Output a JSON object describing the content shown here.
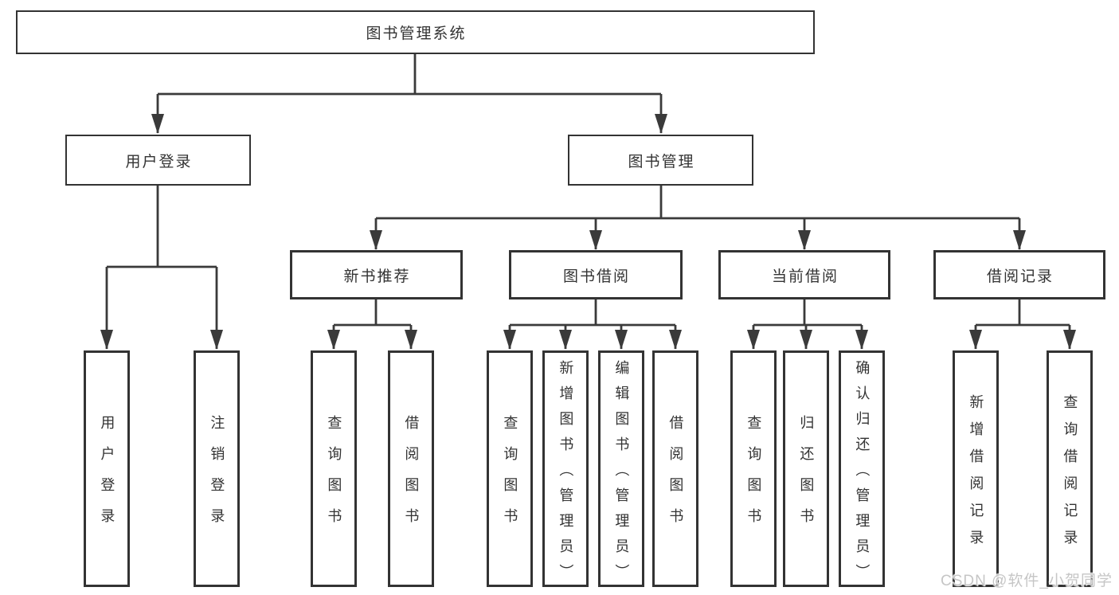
{
  "tree": {
    "root": {
      "label": "图书管理系统",
      "children": [
        {
          "label": "用户登录",
          "children": [
            {
              "label": "用户登录"
            },
            {
              "label": "注销登录"
            }
          ]
        },
        {
          "label": "图书管理",
          "children": [
            {
              "label": "新书推荐",
              "children": [
                {
                  "label": "查询图书"
                },
                {
                  "label": "借阅图书"
                }
              ]
            },
            {
              "label": "图书借阅",
              "children": [
                {
                  "label": "查询图书"
                },
                {
                  "label": "新增图书（管理员）"
                },
                {
                  "label": "编辑图书（管理员）"
                },
                {
                  "label": "借阅图书"
                }
              ]
            },
            {
              "label": "当前借阅",
              "children": [
                {
                  "label": "查询图书"
                },
                {
                  "label": "归还图书"
                },
                {
                  "label": "确认归还（管理员）"
                }
              ]
            },
            {
              "label": "借阅记录",
              "children": [
                {
                  "label": "新增借阅记录"
                },
                {
                  "label": "查询借阅记录"
                }
              ]
            }
          ]
        }
      ]
    }
  },
  "watermark": "CSDN @软件_小贺同学",
  "colors": {
    "line": "#3a3a3a",
    "border": "#333333",
    "text": "#333333",
    "watermark": "#c6c6c6",
    "background": "#ffffff"
  }
}
